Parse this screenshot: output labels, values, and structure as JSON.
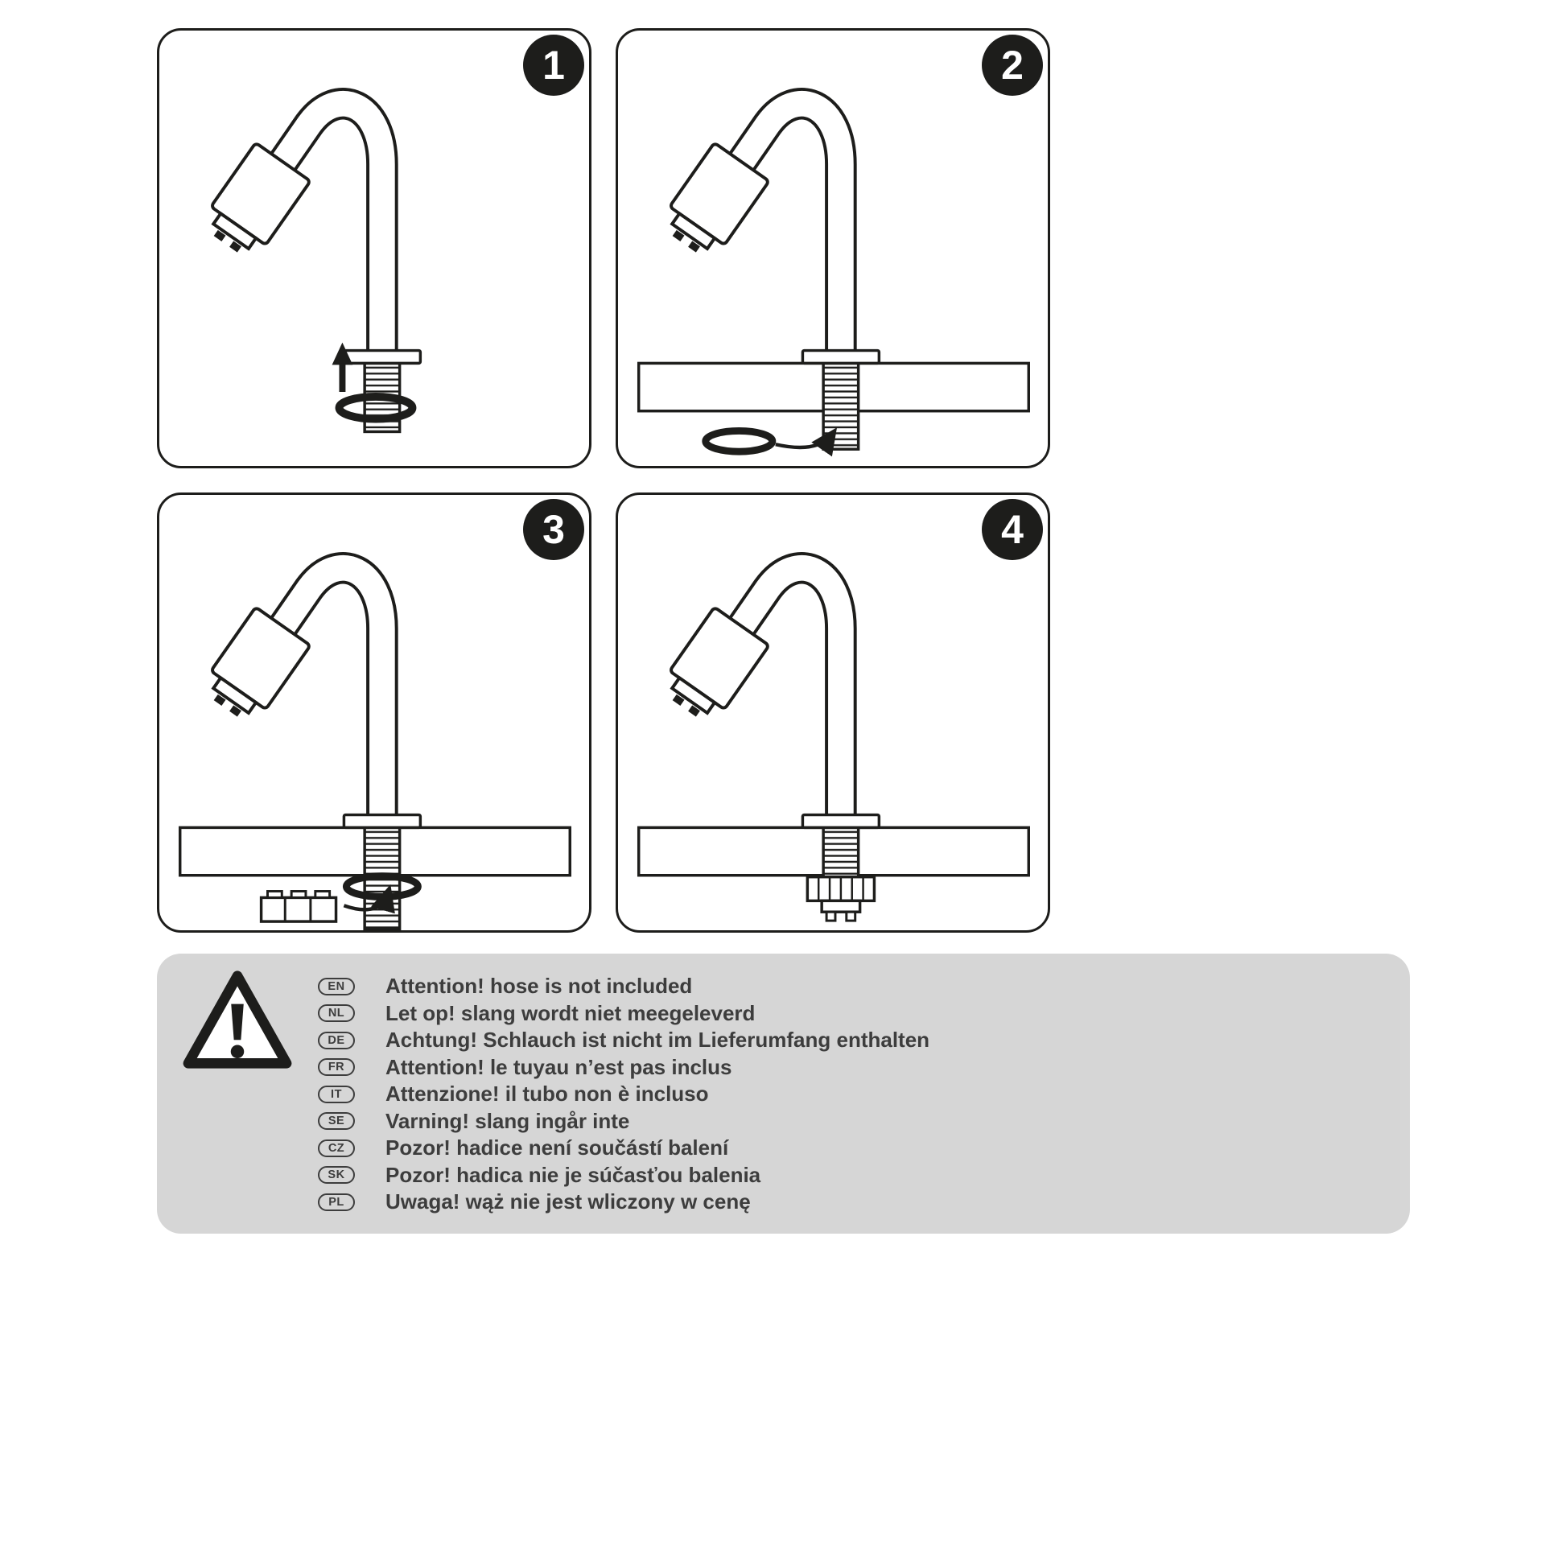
{
  "panels": [
    {
      "number": "1"
    },
    {
      "number": "2"
    },
    {
      "number": "3"
    },
    {
      "number": "4"
    }
  ],
  "warning": {
    "items": [
      {
        "lang": "EN",
        "text": "Attention! hose is not included"
      },
      {
        "lang": "NL",
        "text": "Let op! slang wordt niet meegeleverd"
      },
      {
        "lang": "DE",
        "text": "Achtung! Schlauch ist nicht im Lieferumfang enthalten"
      },
      {
        "lang": "FR",
        "text": "Attention! le tuyau n’est pas inclus"
      },
      {
        "lang": "IT",
        "text": "Attenzione! il tubo non è incluso"
      },
      {
        "lang": "SE",
        "text": "Varning! slang ingår inte"
      },
      {
        "lang": "CZ",
        "text": "Pozor! hadice není součástí balení"
      },
      {
        "lang": "SK",
        "text": "Pozor! hadica nie je súčasťou balenia"
      },
      {
        "lang": "PL",
        "text": "Uwaga! wąż nie jest wliczony w cenę"
      }
    ]
  },
  "icons": {
    "warning": "exclamation-triangle",
    "step1_arrow": "up-arrow",
    "step2_arrow": "curved-arrow",
    "step3_arrow": "curved-arrow"
  },
  "colors": {
    "line": "#1d1d1b",
    "panel_bg": "#ffffff",
    "warning_bg": "#d6d6d6",
    "badge_bg": "#1d1d1b",
    "badge_text": "#ffffff",
    "text": "#3d3d3d"
  }
}
